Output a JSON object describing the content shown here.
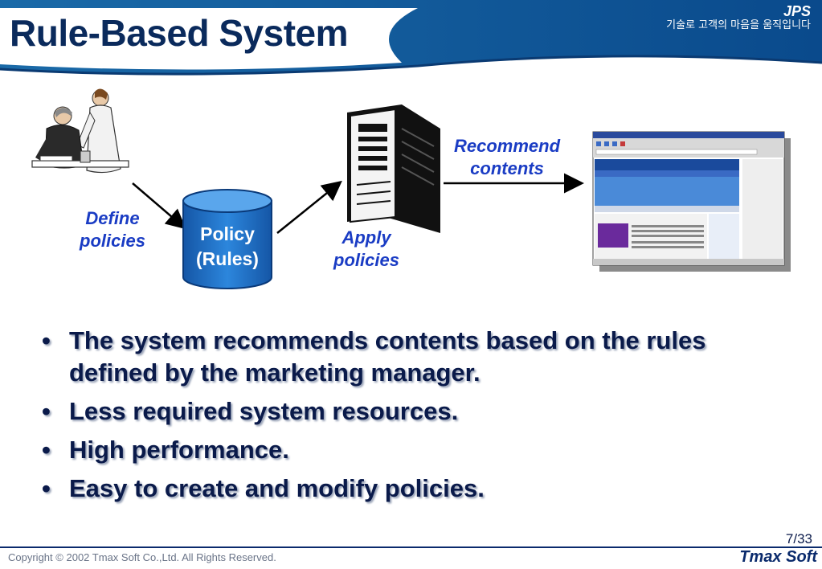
{
  "slide": {
    "title": "Rule-Based System",
    "page_number": "7/33"
  },
  "brand": {
    "name": "JPS",
    "tagline": "기술로 고객의 마음을 움직입니다"
  },
  "diagram": {
    "define_label_line1": "Define",
    "define_label_line2": "policies",
    "db_label_line1": "Policy",
    "db_label_line2": "(Rules)",
    "apply_label_line1": "Apply",
    "apply_label_line2": "policies",
    "recommend_label_line1": "Recommend",
    "recommend_label_line2": "contents"
  },
  "bullets": [
    "The system recommends contents based on the rules defined by the marketing manager.",
    "Less required system resources.",
    "High performance.",
    "Easy to create and modify policies."
  ],
  "footer": {
    "copyright_word": "Copyright",
    "copyright_symbol": "©",
    "copyright_year": "2002",
    "copyright_text": "Tmax Soft Co.,Ltd. All Rights Reserved.",
    "logo_text": "Tmax Soft"
  },
  "colors": {
    "header": "#0a4a8c",
    "label_blue": "#1a3cc4",
    "cylinder": "#1f6ec4",
    "title": "#0a2a5c"
  }
}
